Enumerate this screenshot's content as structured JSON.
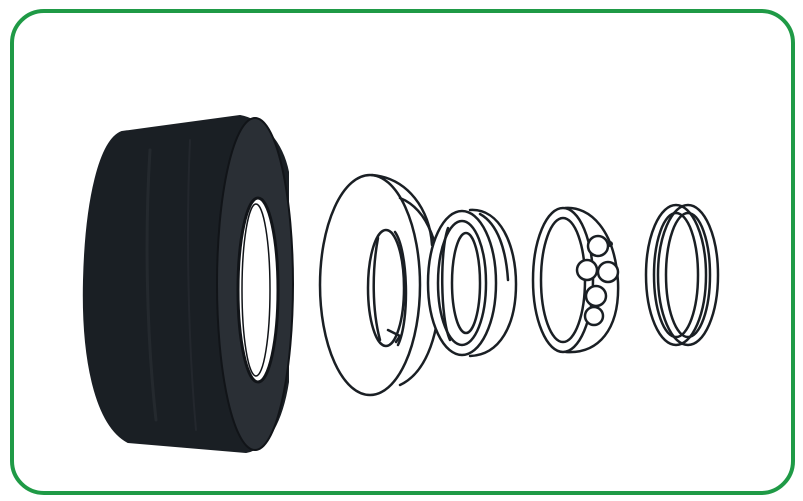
{
  "figure": {
    "frame_color": "#1f9a46",
    "background_color": "#ffffff",
    "ink_color": "#1a1f24",
    "parts": [
      {
        "id": "tire",
        "icon": "tire-icon",
        "fill": "#1a1f24"
      },
      {
        "id": "wheel-cover",
        "icon": "flanged-ring-icon"
      },
      {
        "id": "bearing-cup",
        "icon": "bearing-cup-icon"
      },
      {
        "id": "hub",
        "icon": "hub-icon"
      },
      {
        "id": "retaining-ring",
        "icon": "retaining-ring-icon"
      }
    ]
  }
}
